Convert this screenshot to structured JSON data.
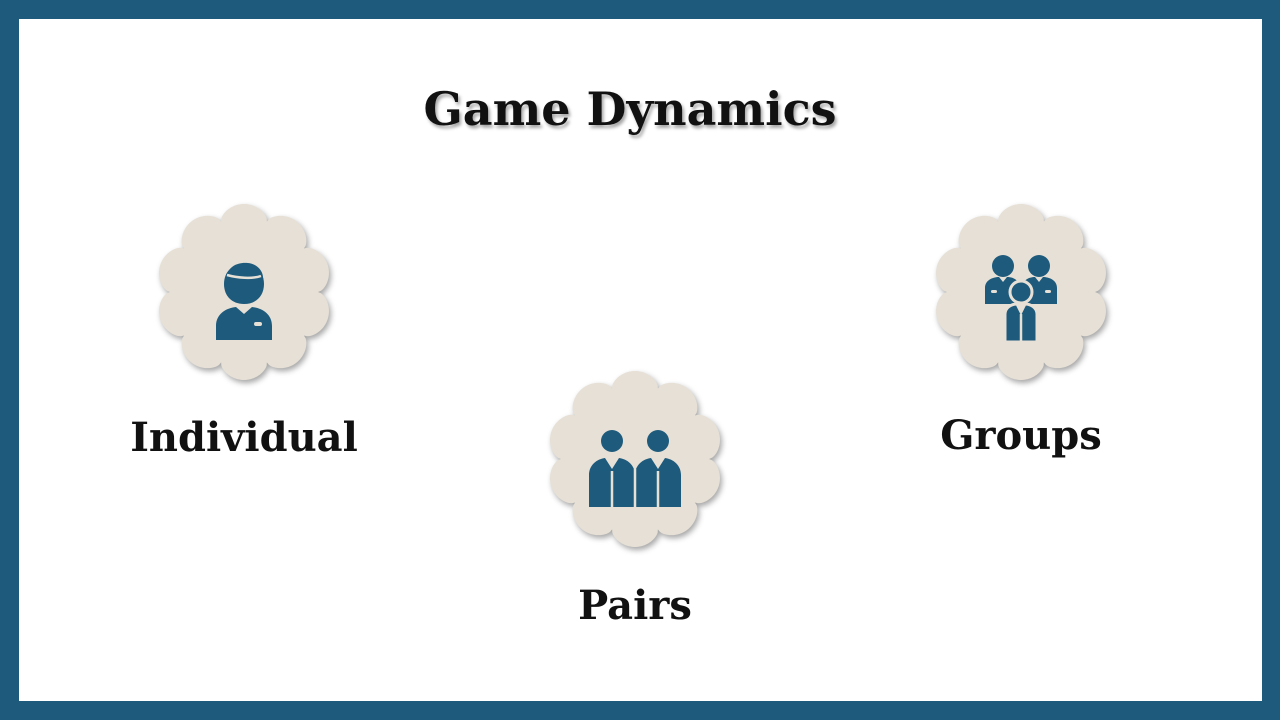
{
  "title": "Game Dynamics",
  "colors": {
    "frame": "#1e5a7c",
    "badge": "#e6e0d6",
    "icon": "#1e5a7c"
  },
  "items": [
    {
      "label": "Individual",
      "icon": "person-icon"
    },
    {
      "label": "Pairs",
      "icon": "two-people-icon"
    },
    {
      "label": "Groups",
      "icon": "group-icon"
    }
  ]
}
